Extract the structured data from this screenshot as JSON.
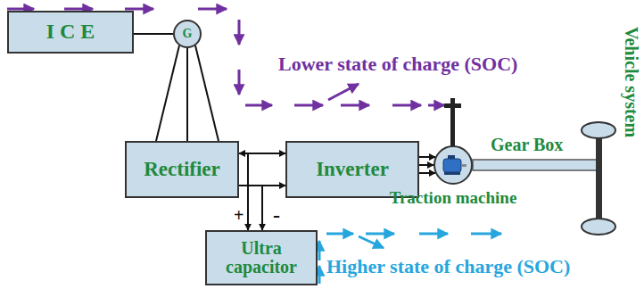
{
  "diagram": {
    "nodes": [
      {
        "text": [
          "I C E"
        ]
      },
      {
        "text": [
          "G"
        ]
      },
      {
        "text": [
          "Rectifier"
        ]
      },
      {
        "text": [
          "Inverter"
        ]
      },
      {
        "text": [
          "Traction machine"
        ]
      },
      {
        "text": [
          "Ultra capacitor"
        ]
      }
    ],
    "edges": [
      {
        "from": 0,
        "to": 1,
        "arrow": "none"
      },
      {
        "from": 1,
        "to": 2,
        "arrow": "none"
      },
      {
        "from": 2,
        "to": 3,
        "arrow": "both"
      },
      {
        "from": 3,
        "to": 4,
        "arrow": "to"
      },
      {
        "from": 5,
        "to": 3,
        "arrow": "both"
      }
    ],
    "labels": [
      "Lower state of charge (SOC)",
      "Higher state of charge (SOC)",
      "Gear Box",
      "Vehicle system",
      "+",
      "-"
    ]
  }
}
